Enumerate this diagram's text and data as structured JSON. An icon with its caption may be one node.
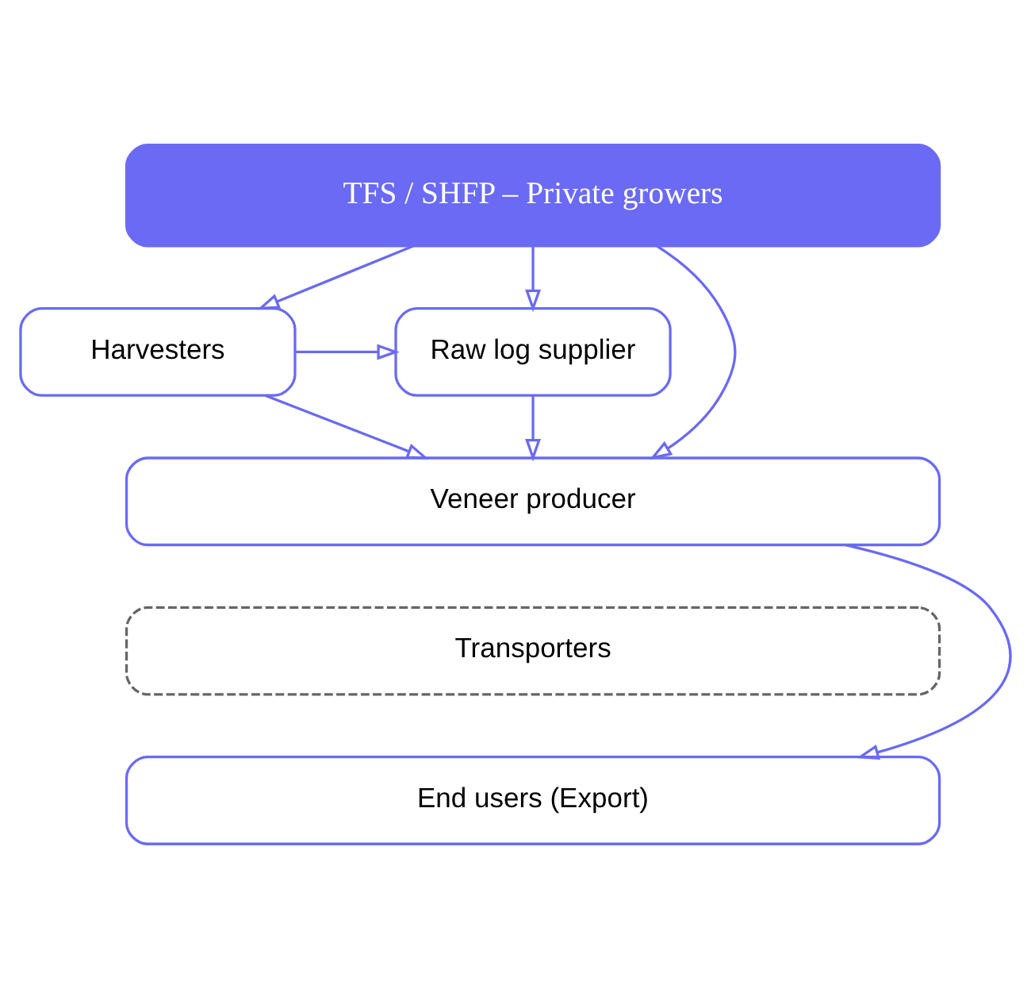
{
  "diagram": {
    "nodes": [
      {
        "text": [
          "TFS / SHFP – Private growers"
        ]
      },
      {
        "text": [
          "Harvesters"
        ]
      },
      {
        "text": [
          "Raw log supplier"
        ]
      },
      {
        "text": [
          "Veneer producer"
        ]
      },
      {
        "text": [
          "Transporters"
        ]
      },
      {
        "text": [
          "End users (Export)"
        ]
      }
    ],
    "edges": [
      {
        "from": 0,
        "to": 1,
        "arrow": "to"
      },
      {
        "from": 0,
        "to": 2,
        "arrow": "to"
      },
      {
        "from": 0,
        "to": 3,
        "arrow": "to"
      },
      {
        "from": 1,
        "to": 2,
        "arrow": "to"
      },
      {
        "from": 1,
        "to": 3,
        "arrow": "to"
      },
      {
        "from": 2,
        "to": 3,
        "arrow": "to"
      },
      {
        "from": 3,
        "to": 5,
        "arrow": "to"
      }
    ]
  }
}
